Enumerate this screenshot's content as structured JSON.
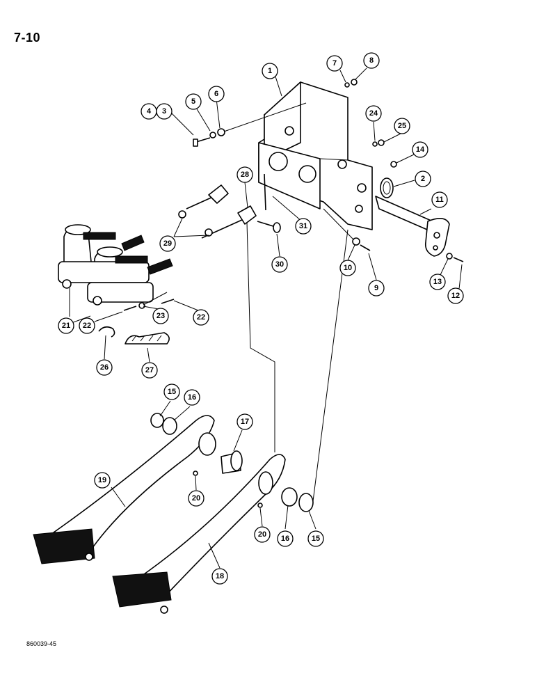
{
  "page_number": "7-10",
  "figure_code": "860039-45",
  "callouts": [
    {
      "id": "c1",
      "label": "1"
    },
    {
      "id": "c2",
      "label": "2"
    },
    {
      "id": "c3",
      "label": "3"
    },
    {
      "id": "c4",
      "label": "4"
    },
    {
      "id": "c5",
      "label": "5"
    },
    {
      "id": "c6",
      "label": "6"
    },
    {
      "id": "c7",
      "label": "7"
    },
    {
      "id": "c8",
      "label": "8"
    },
    {
      "id": "c9",
      "label": "9"
    },
    {
      "id": "c10",
      "label": "10"
    },
    {
      "id": "c11",
      "label": "11"
    },
    {
      "id": "c12",
      "label": "12"
    },
    {
      "id": "c13",
      "label": "13"
    },
    {
      "id": "c14",
      "label": "14"
    },
    {
      "id": "c15a",
      "label": "15"
    },
    {
      "id": "c15b",
      "label": "15"
    },
    {
      "id": "c16a",
      "label": "16"
    },
    {
      "id": "c16b",
      "label": "16"
    },
    {
      "id": "c17",
      "label": "17"
    },
    {
      "id": "c18",
      "label": "18"
    },
    {
      "id": "c19",
      "label": "19"
    },
    {
      "id": "c20a",
      "label": "20"
    },
    {
      "id": "c20b",
      "label": "20"
    },
    {
      "id": "c21",
      "label": "21"
    },
    {
      "id": "c22a",
      "label": "22"
    },
    {
      "id": "c22b",
      "label": "22"
    },
    {
      "id": "c23",
      "label": "23"
    },
    {
      "id": "c24",
      "label": "24"
    },
    {
      "id": "c25",
      "label": "25"
    },
    {
      "id": "c26",
      "label": "26"
    },
    {
      "id": "c27",
      "label": "27"
    },
    {
      "id": "c28",
      "label": "28"
    },
    {
      "id": "c29",
      "label": "29"
    },
    {
      "id": "c30",
      "label": "30"
    },
    {
      "id": "c31",
      "label": "31"
    }
  ]
}
